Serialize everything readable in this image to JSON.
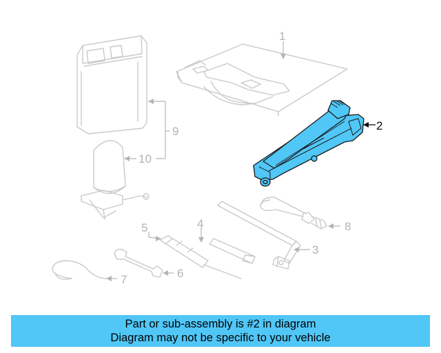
{
  "callouts": {
    "c1": "1",
    "c2": "2",
    "c3": "3",
    "c4": "4",
    "c5": "5",
    "c6": "6",
    "c7": "7",
    "c8": "8",
    "c9": "9",
    "c10": "10"
  },
  "highlight_color": "#50c7f7",
  "banner": {
    "line1": "Part or sub-assembly is #2 in diagram",
    "line2": "Diagram may not be specific to your vehicle"
  }
}
